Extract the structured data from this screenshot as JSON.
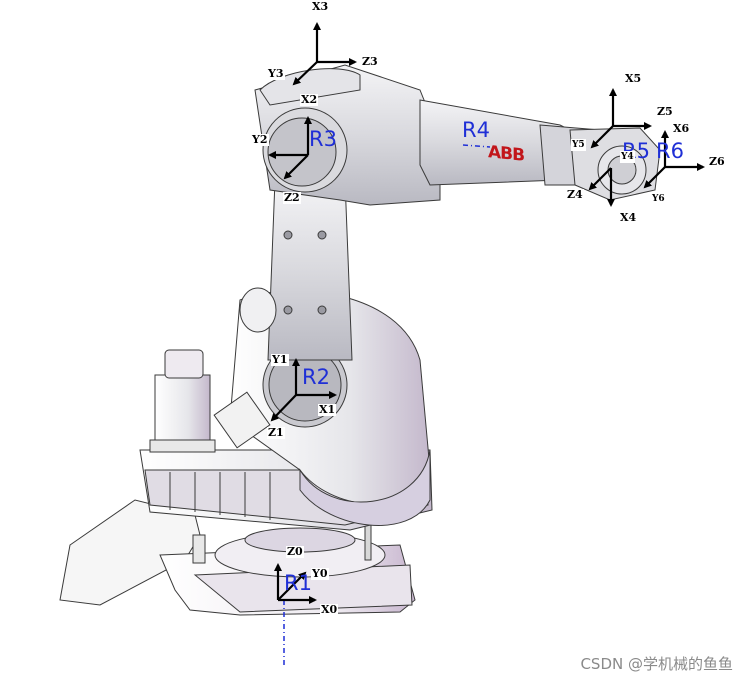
{
  "figure": {
    "subject": "ABB 6-axis industrial robot with D-H coordinate frames",
    "brand_logo": "ABB",
    "watermark": "CSDN @学机械的鱼鱼",
    "colors": {
      "axis_arrow": "#000000",
      "joint_label": "#1f2fd6",
      "logo": "#c2161b",
      "body_light": "#f1f1f3",
      "body_mid": "#cfcfd6",
      "body_shadow": "#b8adc2",
      "outline": "#3a3a3a",
      "watermark": "#8a8a8a"
    }
  },
  "joints": [
    {
      "id": "R1",
      "label": "R1"
    },
    {
      "id": "R2",
      "label": "R2"
    },
    {
      "id": "R3",
      "label": "R3"
    },
    {
      "id": "R4",
      "label": "R4"
    },
    {
      "id": "R5",
      "label": "R5"
    },
    {
      "id": "R6",
      "label": "R6"
    }
  ],
  "frames": {
    "frame0": {
      "x": "X0",
      "y": "Y0",
      "z": "Z0"
    },
    "frame1": {
      "x": "X1",
      "y": "Y1",
      "z": "Z1"
    },
    "frame2": {
      "x": "X2",
      "y": "Y2",
      "z": "Z2"
    },
    "frame3": {
      "x": "X3",
      "y": "Y3",
      "z": "Z3"
    },
    "frame4": {
      "x": "X4",
      "y": "Y4",
      "z": "Z4"
    },
    "frame5": {
      "x": "X5",
      "y": "Y5",
      "z": "Z5"
    },
    "frame6": {
      "x": "X6",
      "y": "Y6",
      "z": "Z6"
    }
  }
}
